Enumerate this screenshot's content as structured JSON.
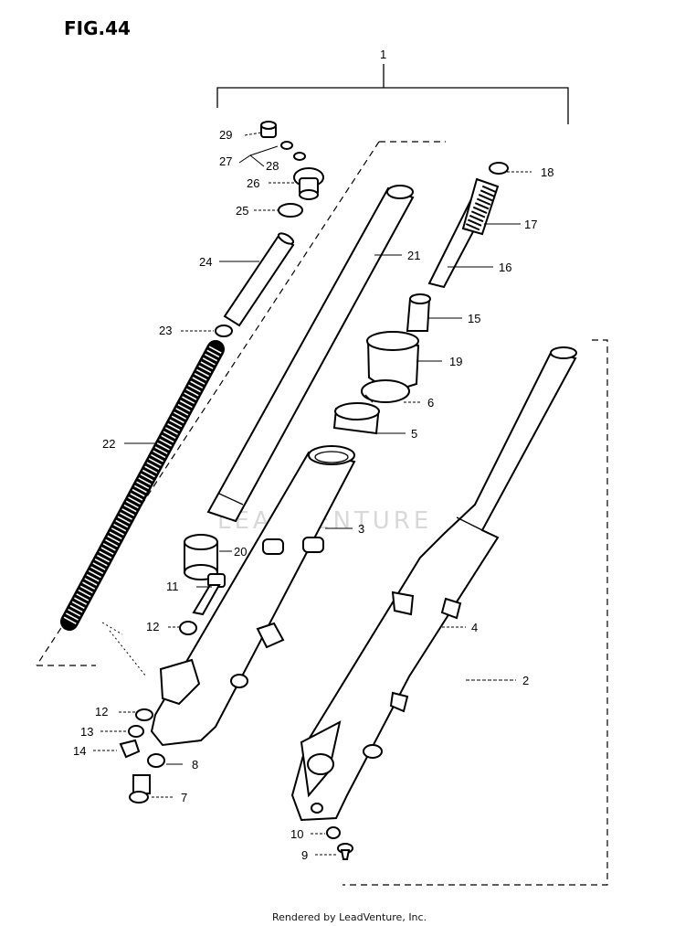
{
  "figure": {
    "title": "FIG.44"
  },
  "watermark": "LEADVENTURE",
  "footer": "Rendered by LeadVenture, Inc.",
  "labels": {
    "l1": "1",
    "l2": "2",
    "l3": "3",
    "l4": "4",
    "l5": "5",
    "l6": "6",
    "l7": "7",
    "l8": "8",
    "l9": "9",
    "l10": "10",
    "l11": "11",
    "l12a": "12",
    "l12b": "12",
    "l13": "13",
    "l14": "14",
    "l15": "15",
    "l16": "16",
    "l17": "17",
    "l18": "18",
    "l19": "19",
    "l20": "20",
    "l21": "21",
    "l22": "22",
    "l23": "23",
    "l24": "24",
    "l25": "25",
    "l26": "26",
    "l27": "27",
    "l28": "28",
    "l29": "29"
  }
}
